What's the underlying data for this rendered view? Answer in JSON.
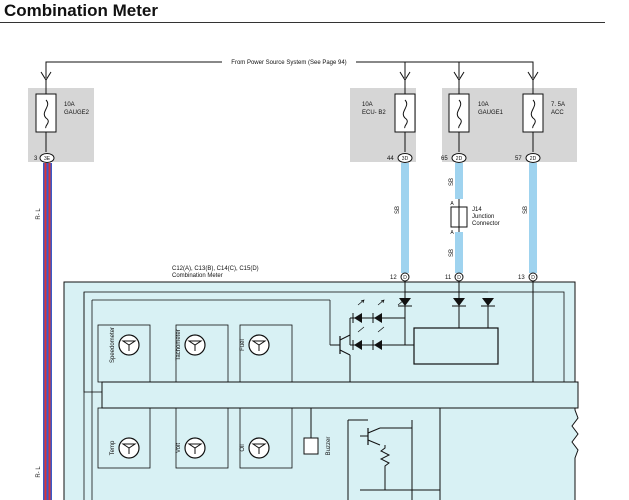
{
  "title": "Combination Meter",
  "power_source_label": "From Power Source System (See Page 94)",
  "fuses": [
    {
      "id": "gauge2",
      "amp": "10A",
      "name": "GAUGE2",
      "pin": "3",
      "conn": "3E"
    },
    {
      "id": "ecu-b2",
      "amp": "10A",
      "name": "ECU- B2",
      "pin": "44",
      "conn": "3D"
    },
    {
      "id": "gauge1",
      "amp": "10A",
      "name": "GAUGE1",
      "pin": "65",
      "conn": "2D"
    },
    {
      "id": "acc",
      "amp": "7. 5A",
      "name": "ACC",
      "pin": "57",
      "conn": "2D"
    }
  ],
  "wire_labels": {
    "rl_top": "R- L",
    "rl_bottom": "R- L",
    "sb_1": "SB",
    "sb_2": "SB",
    "sb_3": "SB",
    "sb_4": "SB"
  },
  "junction": {
    "id": "J14",
    "line1": "Junction",
    "line2": "Connector",
    "pin_top": "A",
    "pin_bottom": "A"
  },
  "meter": {
    "line1": "C12(A), C13(B), C14(C), C15(D)",
    "line2": "Combination Meter",
    "pins": [
      {
        "num": "12",
        "conn": "D"
      },
      {
        "num": "11",
        "conn": "D"
      },
      {
        "num": "13",
        "conn": "D"
      }
    ],
    "gauges_top": [
      "Speedometer",
      "Tachometer",
      "Fuel"
    ],
    "gauges_bottom": [
      "Temp",
      "Volt",
      "Oil"
    ],
    "buzzer": "Buzzer"
  },
  "colors": {
    "wire_sb": "#9fd3ef",
    "wire_rl_red": "#d8333a",
    "wire_rl_blue": "#3a5bc8",
    "meter_fill": "#d8f1f4",
    "fuse_box": "#d6d6d6"
  }
}
